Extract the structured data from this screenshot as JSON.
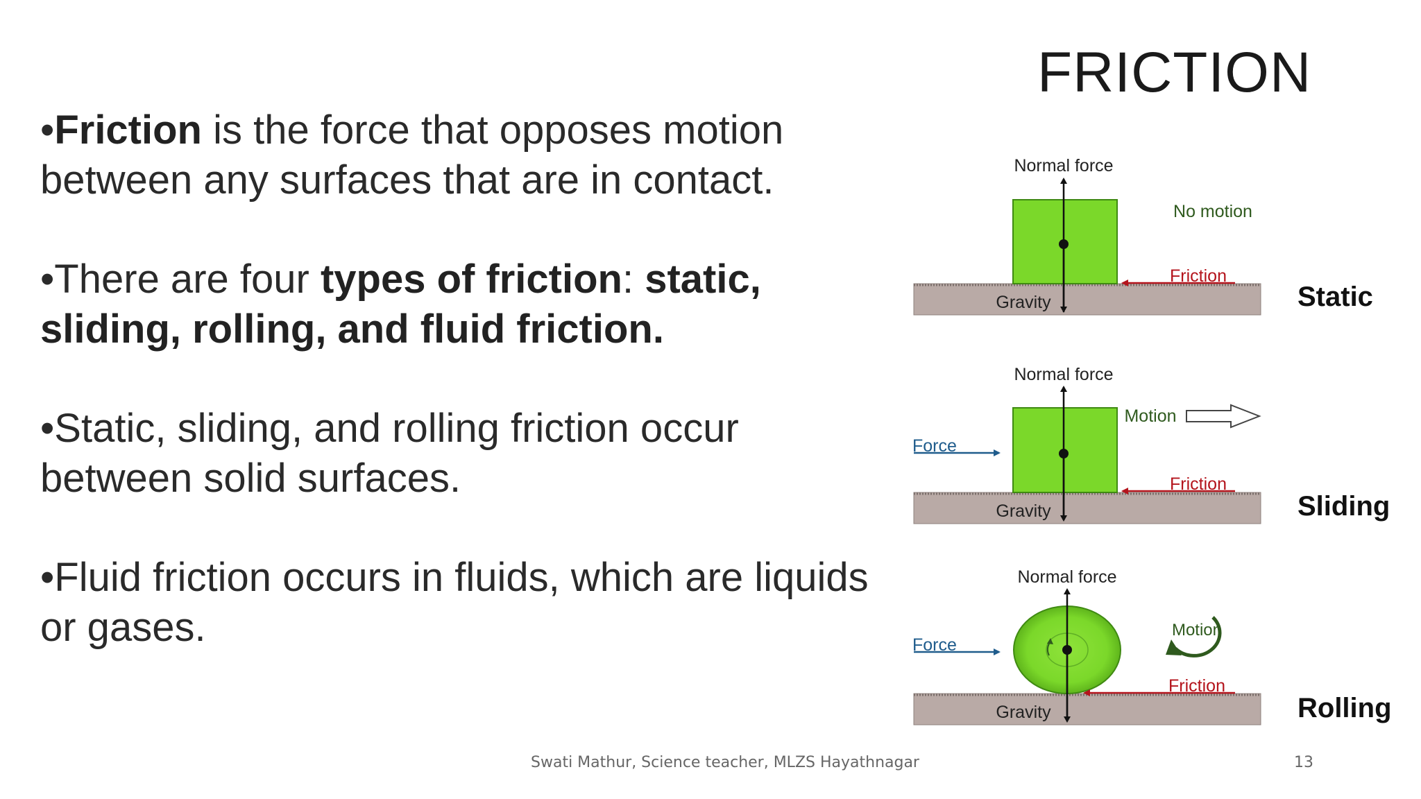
{
  "slide": {
    "title": "FRICTION",
    "bullets": [
      {
        "parts": [
          {
            "text": "•",
            "bold": false
          },
          {
            "text": "Friction",
            "bold": true
          },
          {
            "text": " is the force that opposes motion between any surfaces that are in contact.",
            "bold": false
          }
        ]
      },
      {
        "parts": [
          {
            "text": "•There are four ",
            "bold": false
          },
          {
            "text": "types of friction",
            "bold": true
          },
          {
            "text": ": ",
            "bold": false
          },
          {
            "text": "static, sliding, rolling, and fluid friction.",
            "bold": true
          }
        ]
      },
      {
        "parts": [
          {
            "text": "•Static, sliding, and rolling friction occur between solid surfaces.",
            "bold": false
          }
        ]
      },
      {
        "parts": [
          {
            "text": "•Fluid friction occurs in fluids, which are liquids or gases.",
            "bold": false
          }
        ]
      }
    ],
    "footer": "Swati Mathur, Science teacher, MLZS Hayathnagar",
    "page_number": "13"
  },
  "diagram": {
    "static": {
      "type_label": "Static",
      "normal_force": "Normal force",
      "gravity": "Gravity",
      "friction": "Friction",
      "motion": "No motion"
    },
    "sliding": {
      "type_label": "Sliding",
      "normal_force": "Normal force",
      "gravity": "Gravity",
      "friction": "Friction",
      "motion": "Motion",
      "force": "Force"
    },
    "rolling": {
      "type_label": "Rolling",
      "normal_force": "Normal force",
      "gravity": "Gravity",
      "friction": "Friction",
      "motion": "Motion",
      "force": "Force"
    },
    "colors": {
      "object_green": "#7bd82a",
      "ground": "#b9aaa6",
      "friction_red": "#b4141c",
      "force_blue": "#1f5c8c",
      "motion_green": "#2f5a1e"
    }
  }
}
